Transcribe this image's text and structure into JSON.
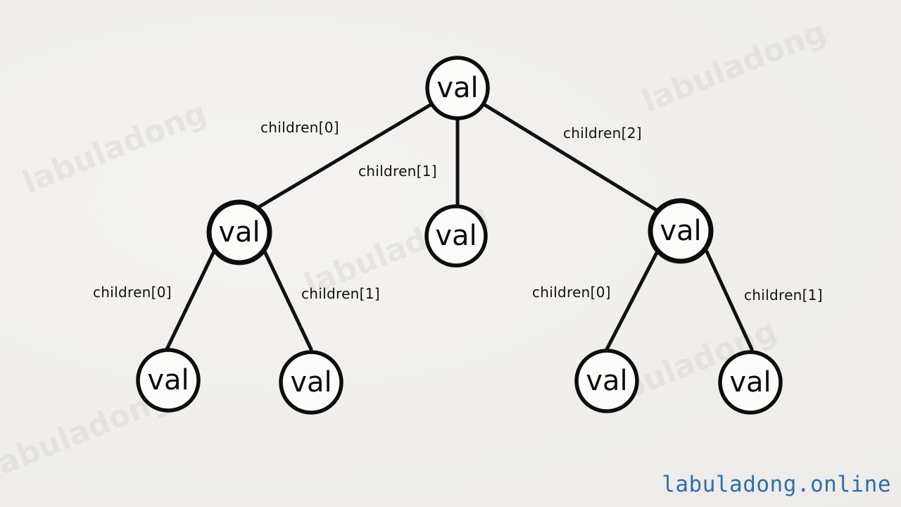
{
  "nodes": {
    "root": "val",
    "left": "val",
    "middle": "val",
    "right": "val",
    "left_child_0": "val",
    "left_child_1": "val",
    "right_child_0": "val",
    "right_child_1": "val"
  },
  "edge_labels": {
    "root_children_0": "children[0]",
    "root_children_1": "children[1]",
    "root_children_2": "children[2]",
    "left_children_0": "children[0]",
    "left_children_1": "children[1]",
    "right_children_0": "children[0]",
    "right_children_1": "children[1]"
  },
  "watermark": "labuladong",
  "site_link": "labuladong.online",
  "colors": {
    "background": "#f1f0ee",
    "stroke": "#111111",
    "link": "#2e6fae"
  }
}
